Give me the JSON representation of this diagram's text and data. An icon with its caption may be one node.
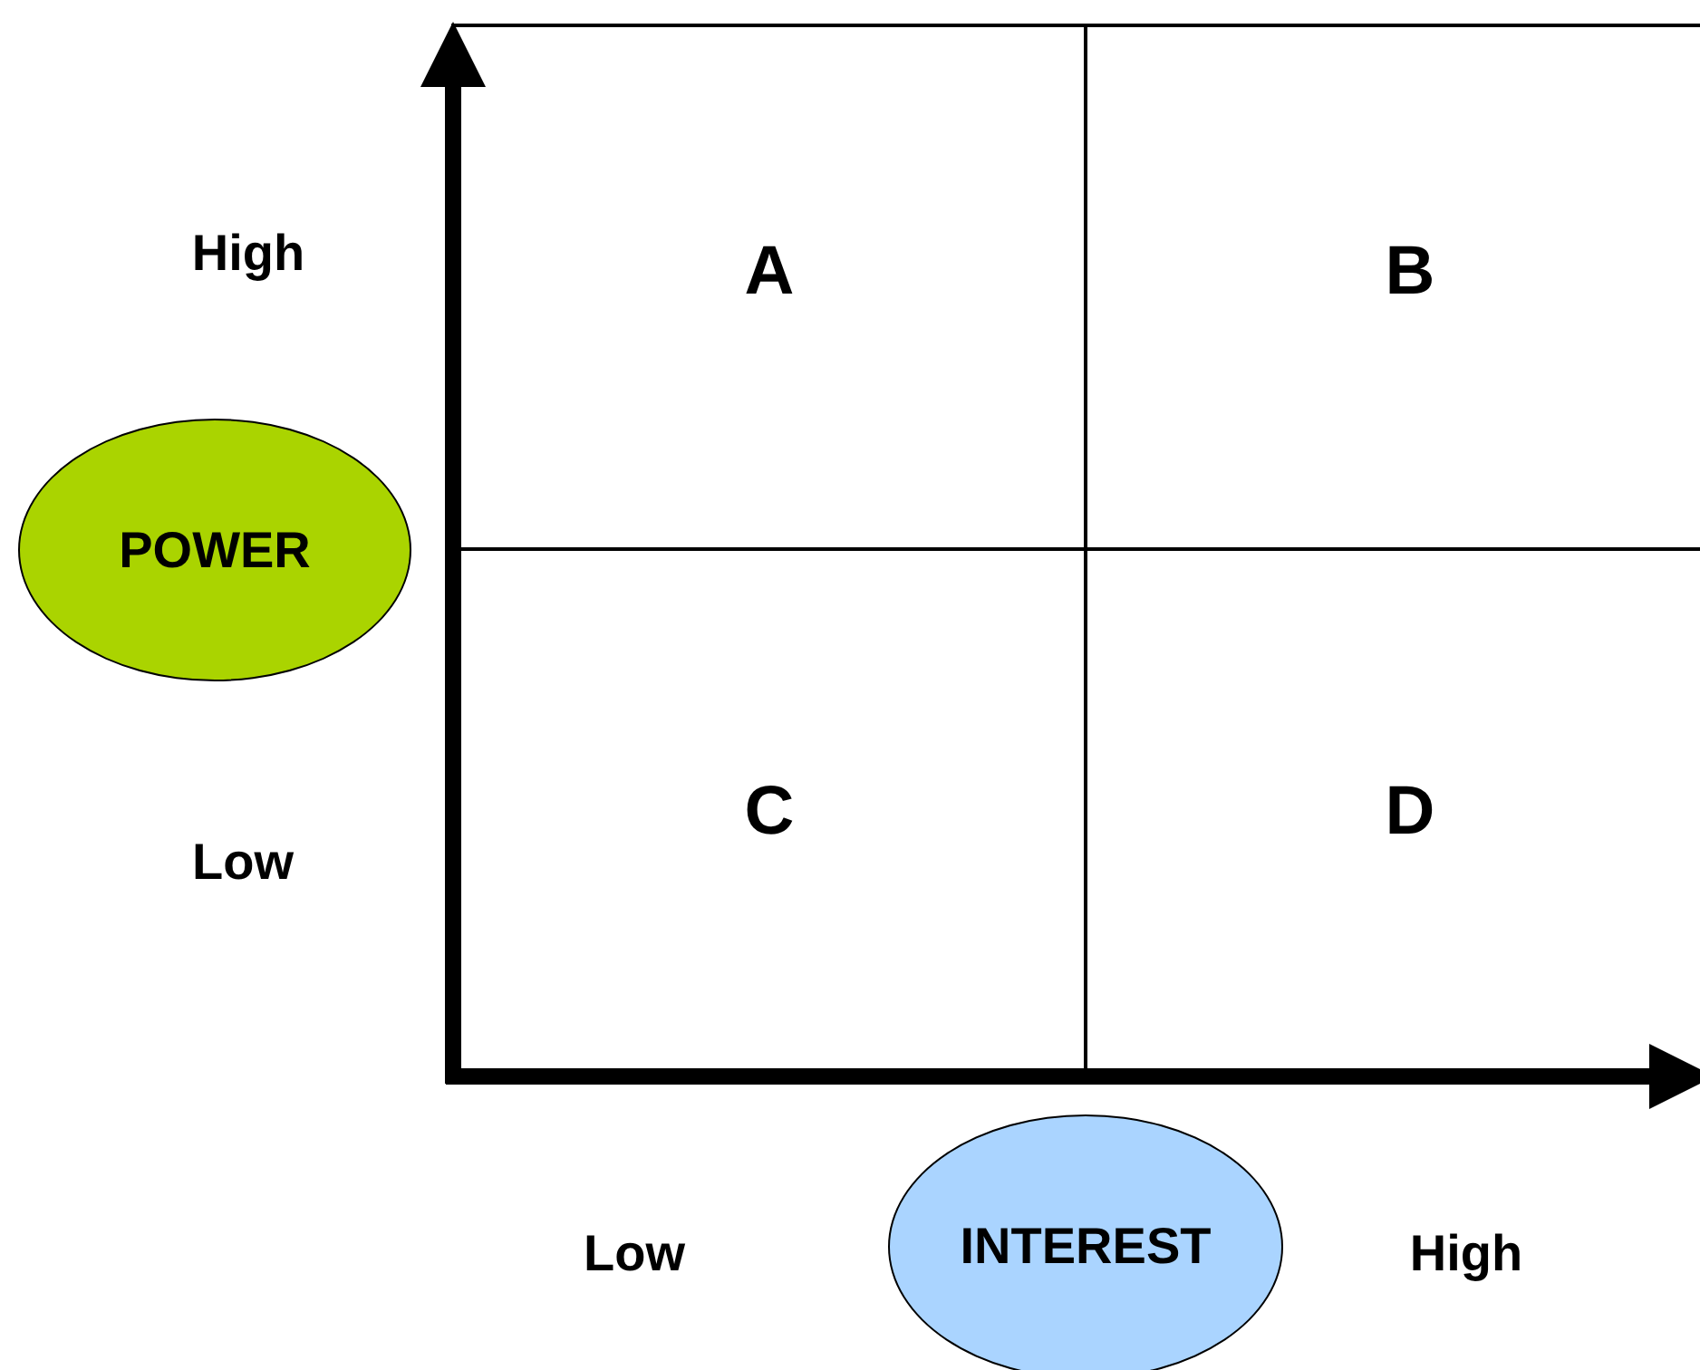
{
  "diagram": {
    "nodes": [
      {
        "text": [
          "A"
        ]
      },
      {
        "text": [
          "B"
        ]
      },
      {
        "text": [
          "C"
        ]
      },
      {
        "text": [
          "D"
        ]
      },
      {
        "text": [
          "POWER"
        ]
      },
      {
        "text": [
          "INTEREST"
        ]
      }
    ],
    "labels": [
      "High",
      "Low",
      "Low",
      "High"
    ]
  }
}
